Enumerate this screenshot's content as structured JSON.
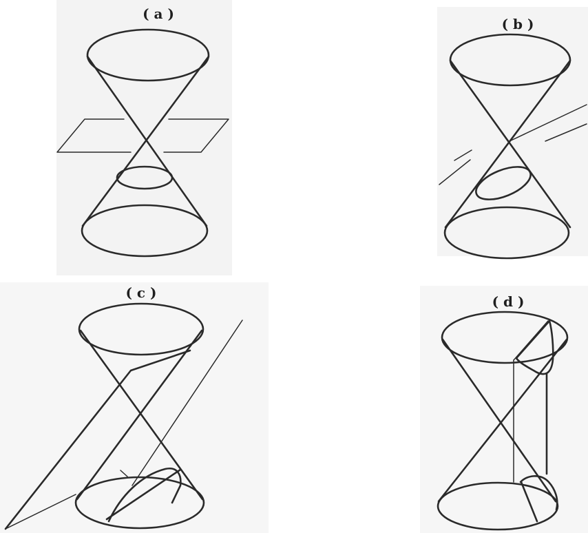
{
  "figure": {
    "panels": [
      {
        "id": "a",
        "label": "( a )"
      },
      {
        "id": "b",
        "label": "( b )"
      },
      {
        "id": "c",
        "label": "( c )"
      },
      {
        "id": "d",
        "label": "( d )"
      }
    ]
  }
}
